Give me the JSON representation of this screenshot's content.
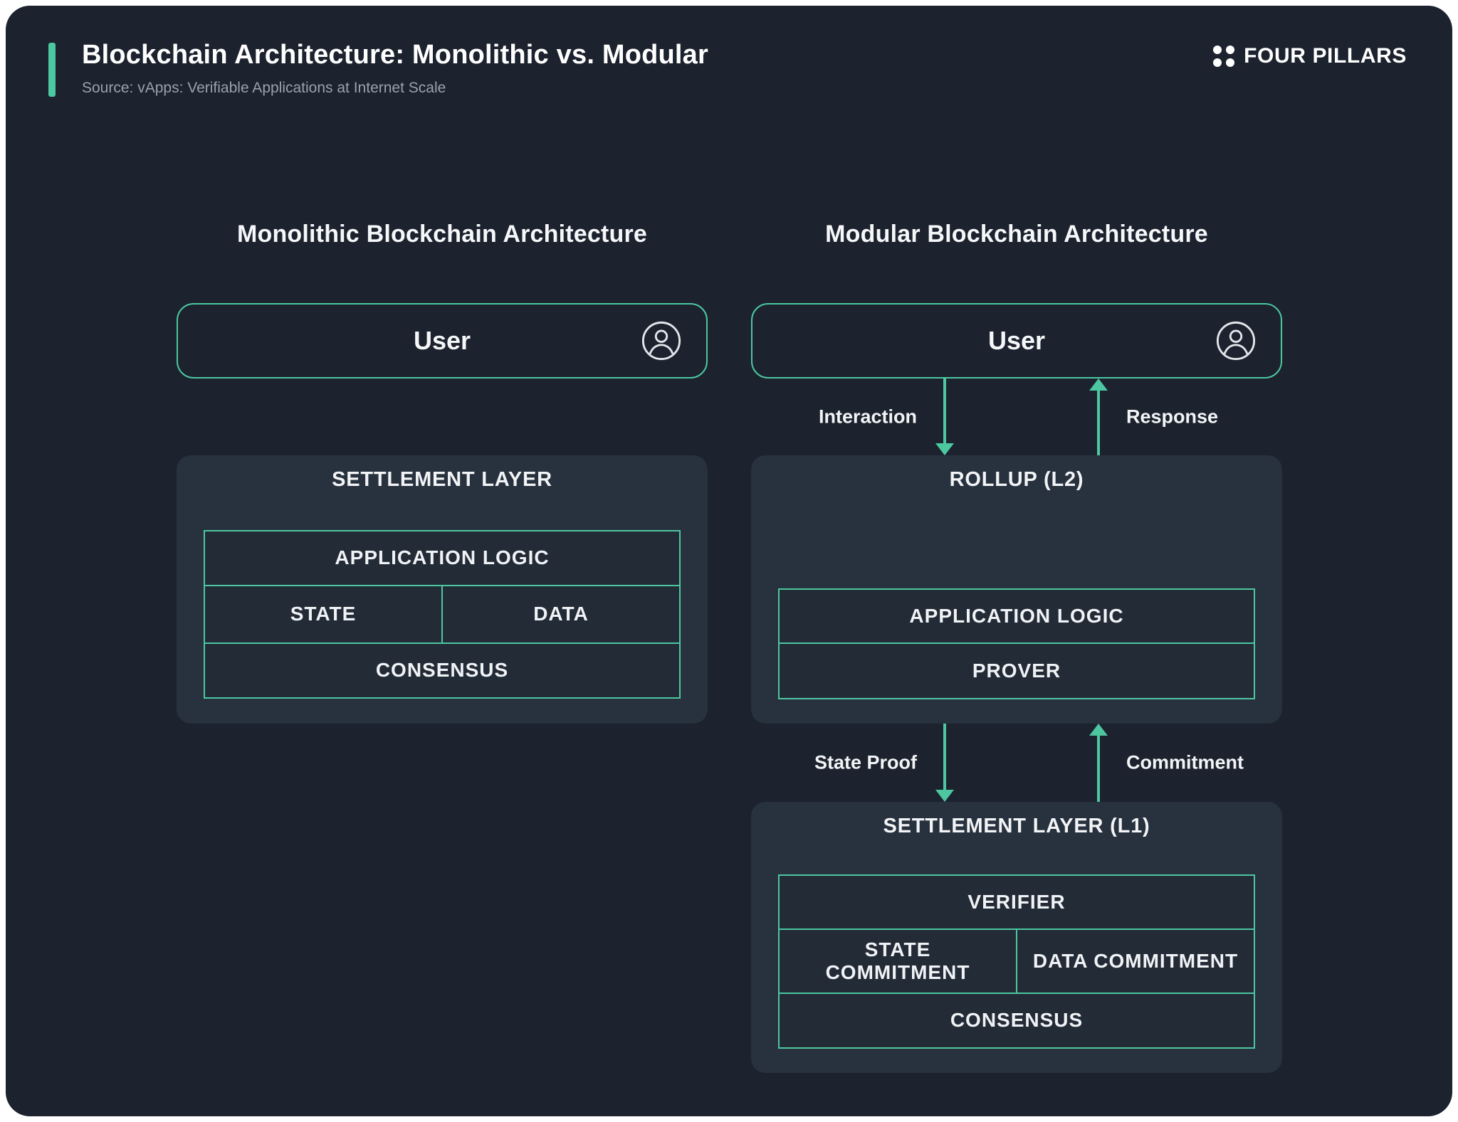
{
  "header": {
    "title": "Blockchain Architecture: Monolithic vs. Modular",
    "subtitle": "Source: vApps: Verifiable Applications at Internet Scale",
    "brand": "FOUR PILLARS"
  },
  "colors": {
    "accent_teal": "#4cc7a0",
    "canvas_bg": "#1c222e",
    "panel_bg": "#28313e",
    "cell_bg": "#232b37",
    "title_text": "#ffffff",
    "subtitle_text": "#99a2ae"
  },
  "monolithic": {
    "heading": "Monolithic Blockchain Architecture",
    "user": {
      "label": "User",
      "icon": "user-circle-icon"
    },
    "settlement": {
      "title": "SETTLEMENT LAYER",
      "application_logic": "APPLICATION LOGIC",
      "state": "STATE",
      "data": "DATA",
      "consensus": "CONSENSUS"
    }
  },
  "modular": {
    "heading": "Modular Blockchain Architecture",
    "user": {
      "label": "User",
      "icon": "user-circle-icon"
    },
    "user_rollup_arrows": {
      "interaction": "Interaction",
      "response": "Response"
    },
    "rollup": {
      "title": "ROLLUP (L2)",
      "application_logic": "APPLICATION LOGIC",
      "prover": "PROVER"
    },
    "rollup_l1_arrows": {
      "state_proof": "State Proof",
      "commitment": "Commitment"
    },
    "settlement_l1": {
      "title": "SETTLEMENT LAYER (L1)",
      "verifier": "VERIFIER",
      "state_commitment": "STATE COMMITMENT",
      "data_commitment": "DATA COMMITMENT",
      "consensus": "CONSENSUS"
    }
  }
}
